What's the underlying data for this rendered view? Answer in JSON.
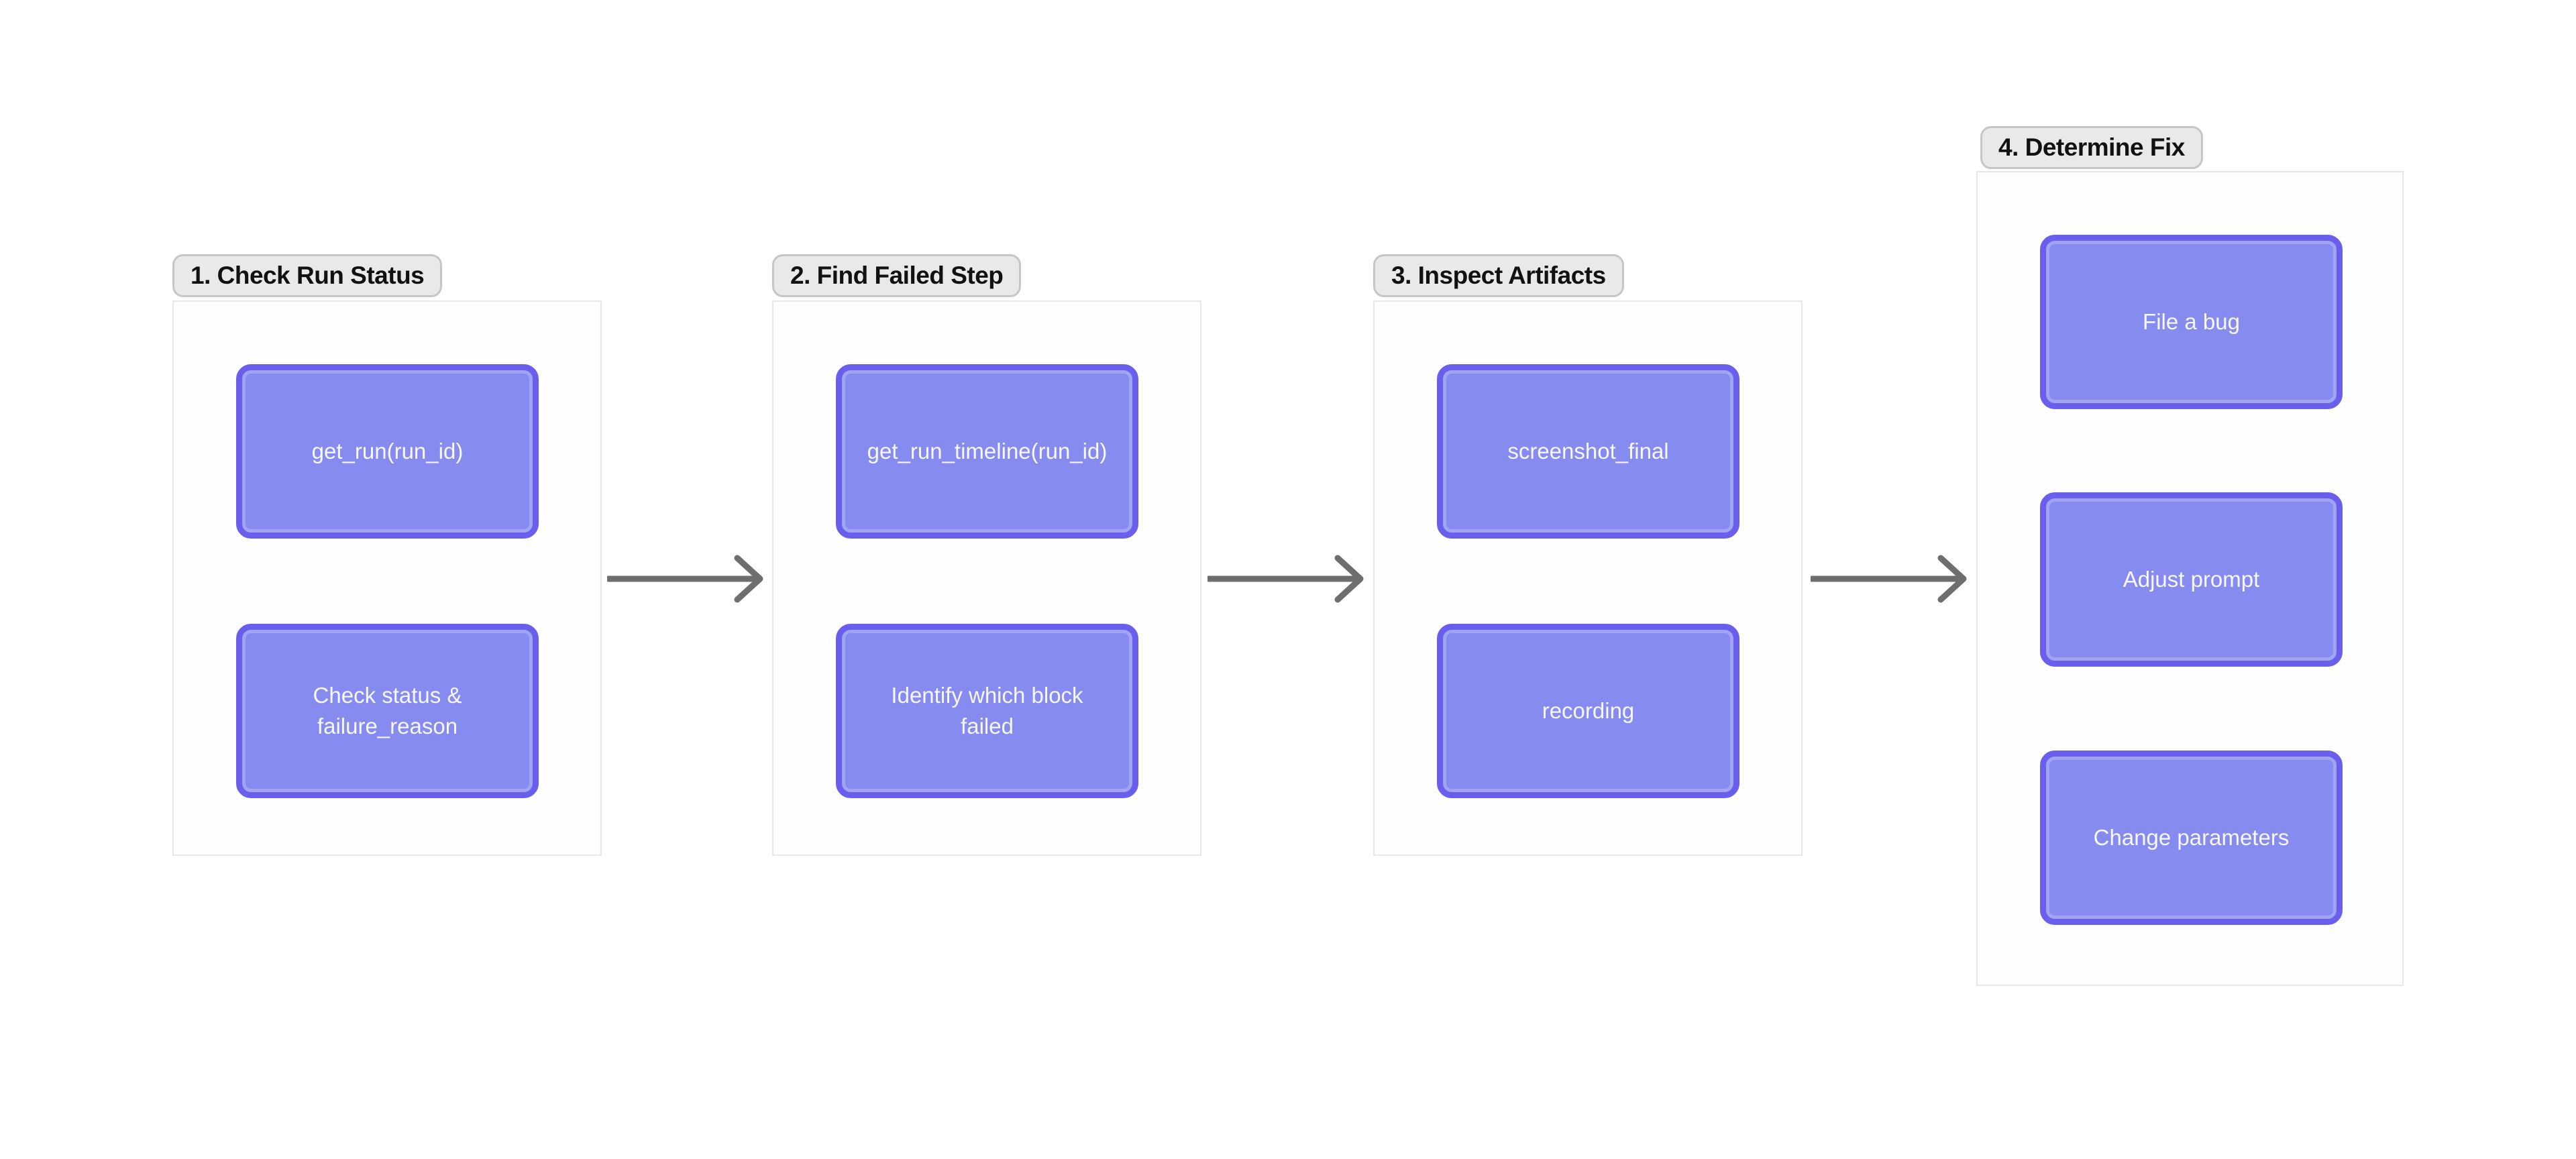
{
  "diagram": {
    "type": "flowchart",
    "direction": "left-to-right",
    "colors": {
      "background": "#ffffff",
      "node_fill": "#868bf0",
      "node_border": "#6a5fec",
      "node_text": "#f7f7ff",
      "chip_bg": "#e9e9e9",
      "chip_border": "#c6c6c6",
      "chip_text": "#111111",
      "frame_border": "#e8e8e8",
      "arrow": "#6e6e6e"
    },
    "groups": [
      {
        "label": "1. Check Run Status",
        "nodes": [
          {
            "label": "get_run(run_id)"
          },
          {
            "label": "Check status & failure_reason"
          }
        ]
      },
      {
        "label": "2. Find Failed Step",
        "nodes": [
          {
            "label": "get_run_timeline(run_id)"
          },
          {
            "label": "Identify which block failed"
          }
        ]
      },
      {
        "label": "3. Inspect Artifacts",
        "nodes": [
          {
            "label": "screenshot_final"
          },
          {
            "label": "recording"
          }
        ]
      },
      {
        "label": "4. Determine Fix",
        "nodes": [
          {
            "label": "File a bug"
          },
          {
            "label": "Adjust prompt"
          },
          {
            "label": "Change parameters"
          }
        ]
      }
    ],
    "arrows": [
      {
        "from": "1. Check Run Status",
        "to": "2. Find Failed Step"
      },
      {
        "from": "2. Find Failed Step",
        "to": "3. Inspect Artifacts"
      },
      {
        "from": "3. Inspect Artifacts",
        "to": "4. Determine Fix"
      }
    ]
  }
}
